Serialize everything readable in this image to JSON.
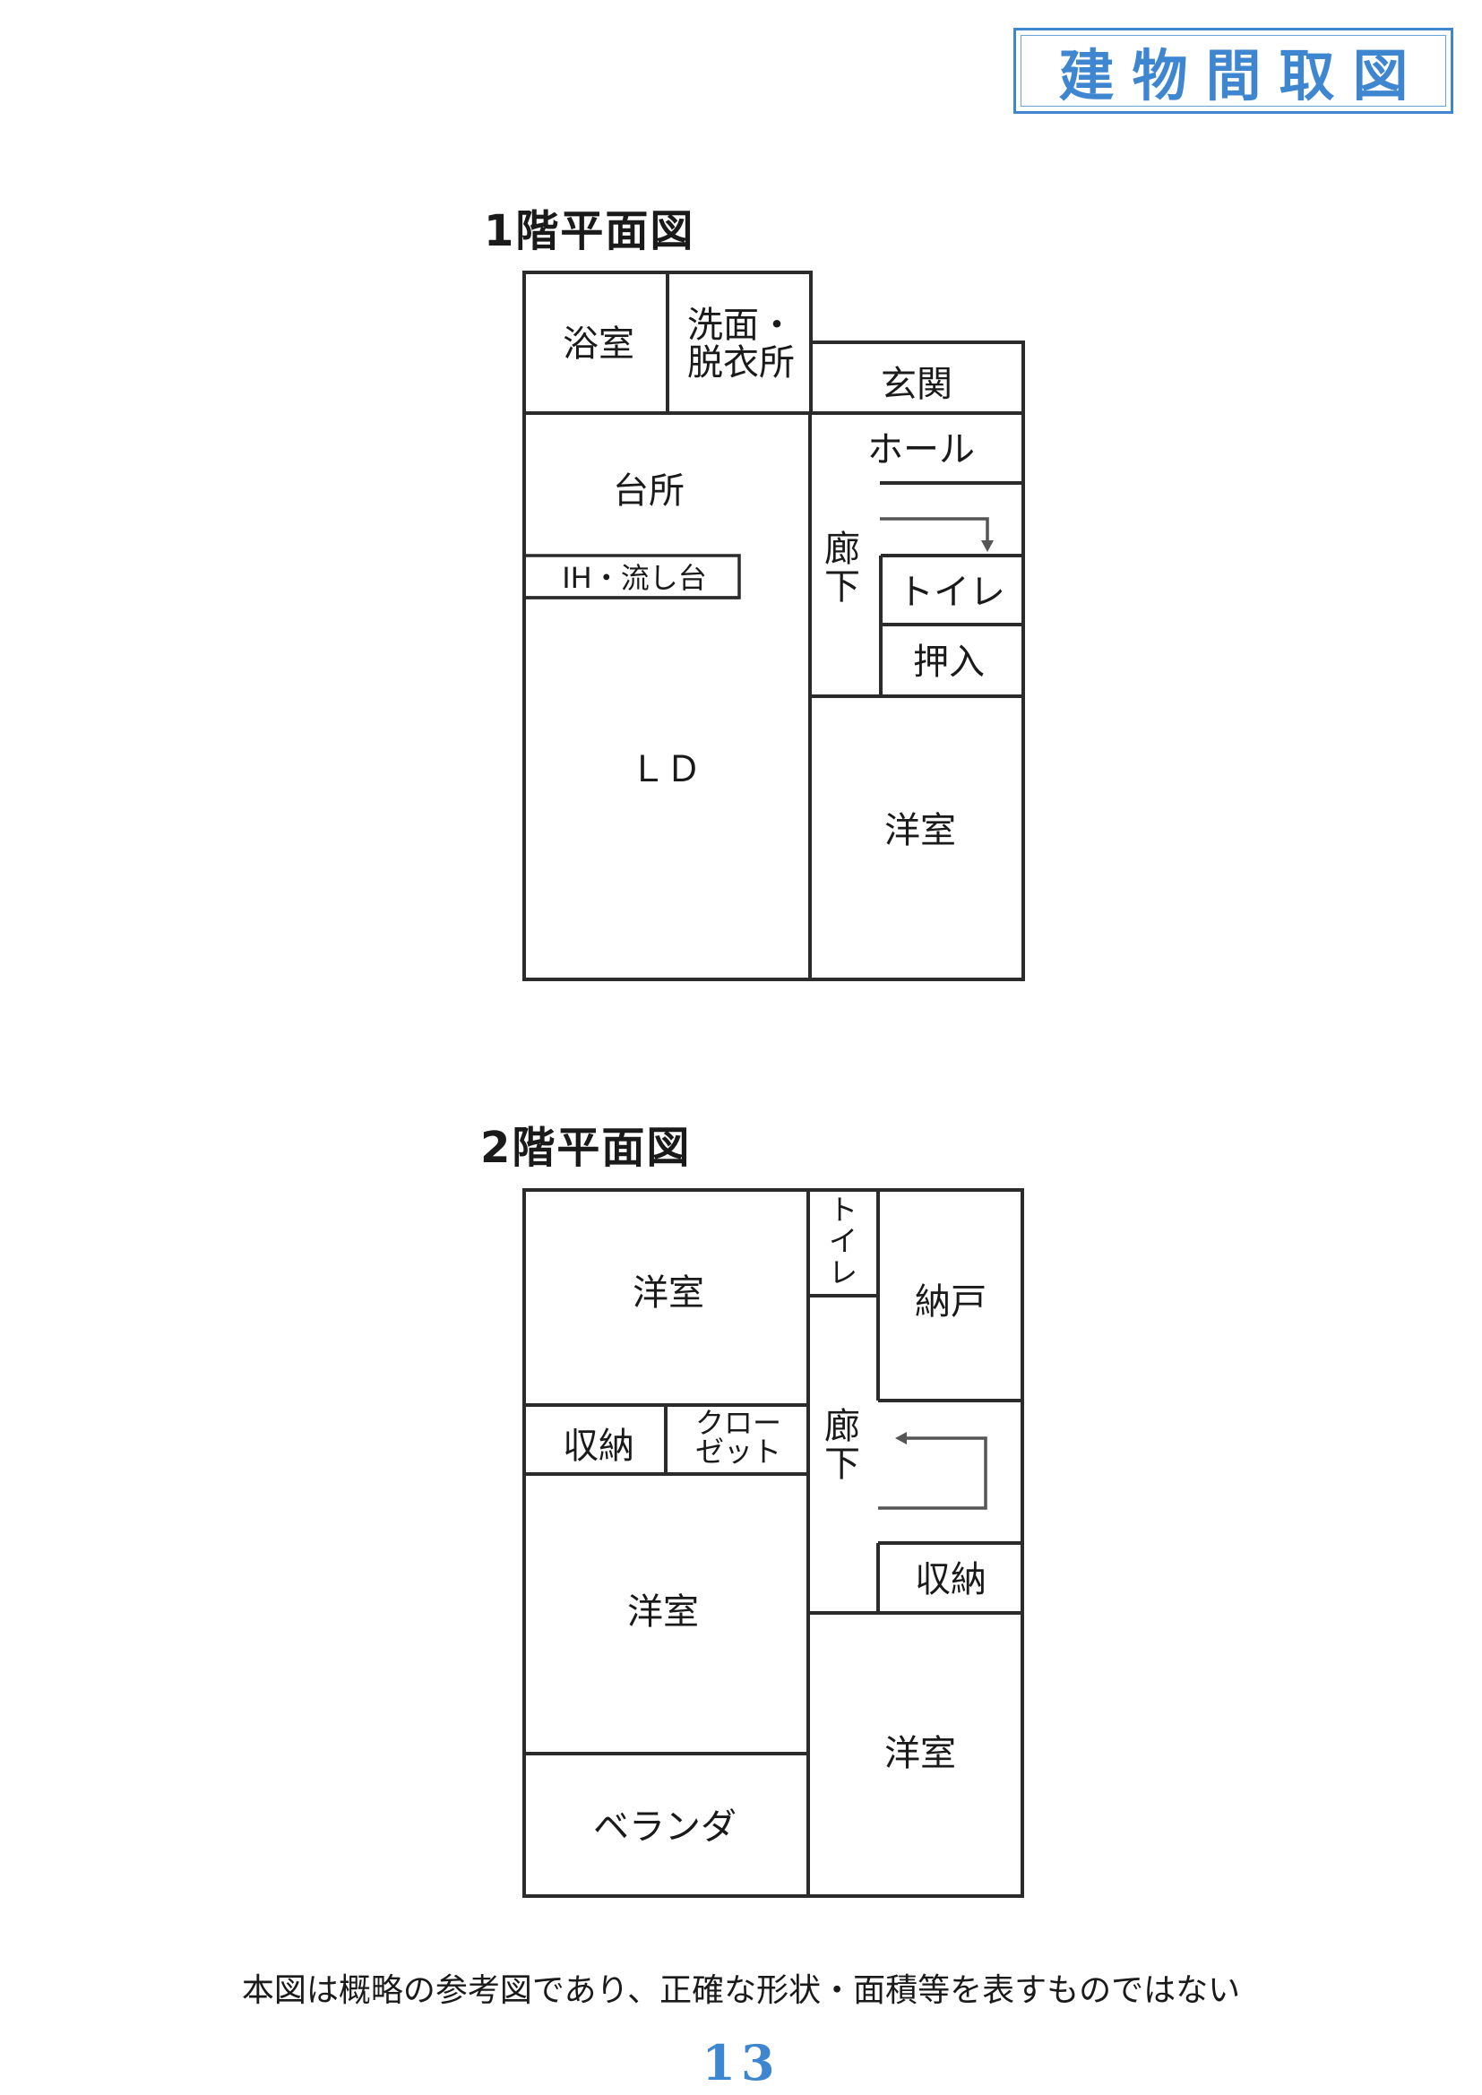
{
  "title": "建物間取図",
  "floor1": {
    "heading": "1階平面図",
    "rooms": {
      "bath": "浴室",
      "washroom_line1": "洗面・",
      "washroom_line2": "脱衣所",
      "entrance": "玄関",
      "hall": "ホール",
      "kitchen": "台所",
      "sink": "IH・流し台",
      "corridor_line1": "廊",
      "corridor_line2": "下",
      "toilet": "トイレ",
      "closet": "押入",
      "ld": "ＬＤ",
      "western": "洋室"
    }
  },
  "floor2": {
    "heading": "2階平面図",
    "rooms": {
      "western_top": "洋室",
      "toilet_v1": "ト",
      "toilet_v2": "イ",
      "toilet_v3": "レ",
      "storeroom": "納戸",
      "storage_left": "収納",
      "closet_line1": "クロー",
      "closet_line2": "ゼット",
      "corridor_line1": "廊",
      "corridor_line2": "下",
      "western_mid": "洋室",
      "storage_right": "収納",
      "western_right": "洋室",
      "veranda": "ベランダ"
    }
  },
  "disclaimer": "本図は概略の参考図であり、正確な形状・面積等を表すものではない",
  "page_number": "13"
}
